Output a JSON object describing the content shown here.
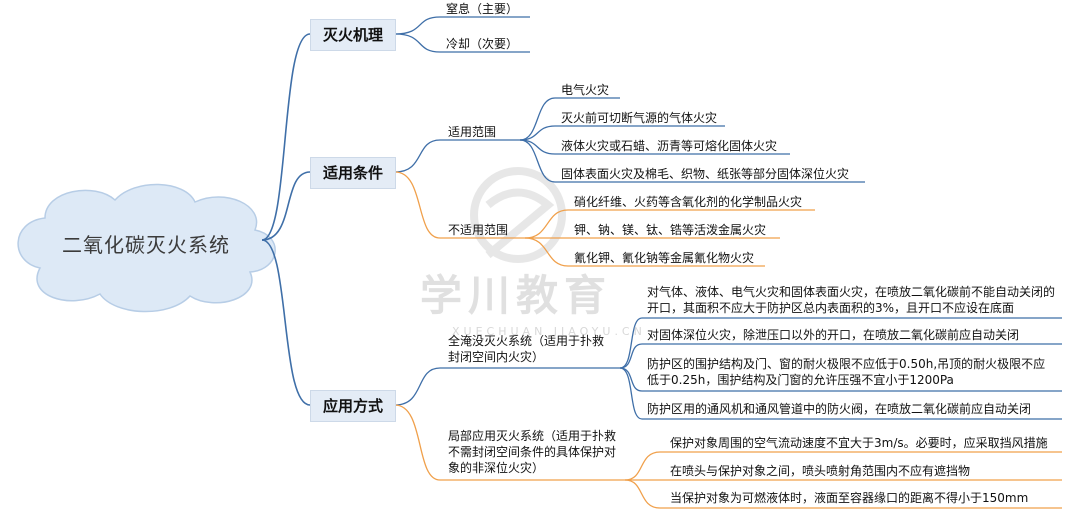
{
  "root": {
    "label": "二氧化碳灭火系统"
  },
  "watermark": {
    "cn": "学川教育",
    "en": "XUECHUAN JIAOYU.CN"
  },
  "branches": {
    "mechanism": {
      "label": "灭火机理",
      "items": [
        "窒息（主要）",
        "冷却（次要）"
      ]
    },
    "conditions": {
      "label": "适用条件",
      "applicable": {
        "label": "适用范围",
        "items": [
          "电气火灾",
          "灭火前可切断气源的气体火灾",
          "液体火灾或石蜡、沥青等可熔化固体火灾",
          "固体表面火灾及棉毛、织物、纸张等部分固体深位火灾"
        ]
      },
      "not_applicable": {
        "label": "不适用范围",
        "items": [
          "硝化纤维、火药等含氧化剂的化学制品火灾",
          "钾、钠、镁、钛、锆等活泼金属火灾",
          "氰化钾、氰化钠等金属氰化物火灾"
        ]
      }
    },
    "application": {
      "label": "应用方式",
      "total_flooding": {
        "label": "全淹没灭火系统（适用于扑救封闭空间内火灾）",
        "items": [
          "对气体、液体、电气火灾和固体表面火灾，在喷放二氧化碳前不能自动关闭的开口，其面积不应大于防护区总内表面积的3%，且开口不应设在底面",
          "对固体深位火灾，除泄压口以外的开口，在喷放二氧化碳前应自动关闭",
          "防护区的围护结构及门、窗的耐火极限不应低于0.50h,吊顶的耐火极限不应低于0.25h，围护结构及门窗的允许压强不宜小于1200Pa",
          "防护区用的通风机和通风管道中的防火阀，在喷放二氧化碳前应自动关闭"
        ]
      },
      "local": {
        "label": "局部应用灭火系统（适用于扑救不需封闭空间条件的具体保护对象的非深位火灾）",
        "items": [
          "保护对象周围的空气流动速度不宜大于3m/s。必要时，应采取挡风措施",
          "在喷头与保护对象之间，喷头喷射角范围内不应有遮挡物",
          "当保护对象为可燃液体时，液面至容器缘口的距离不得小于150mm"
        ]
      }
    }
  },
  "colors": {
    "blue": "#3f6fa8",
    "orange": "#f0a04b",
    "cloud": "#dde9f6",
    "cloud_edge": "#b7cde6"
  }
}
